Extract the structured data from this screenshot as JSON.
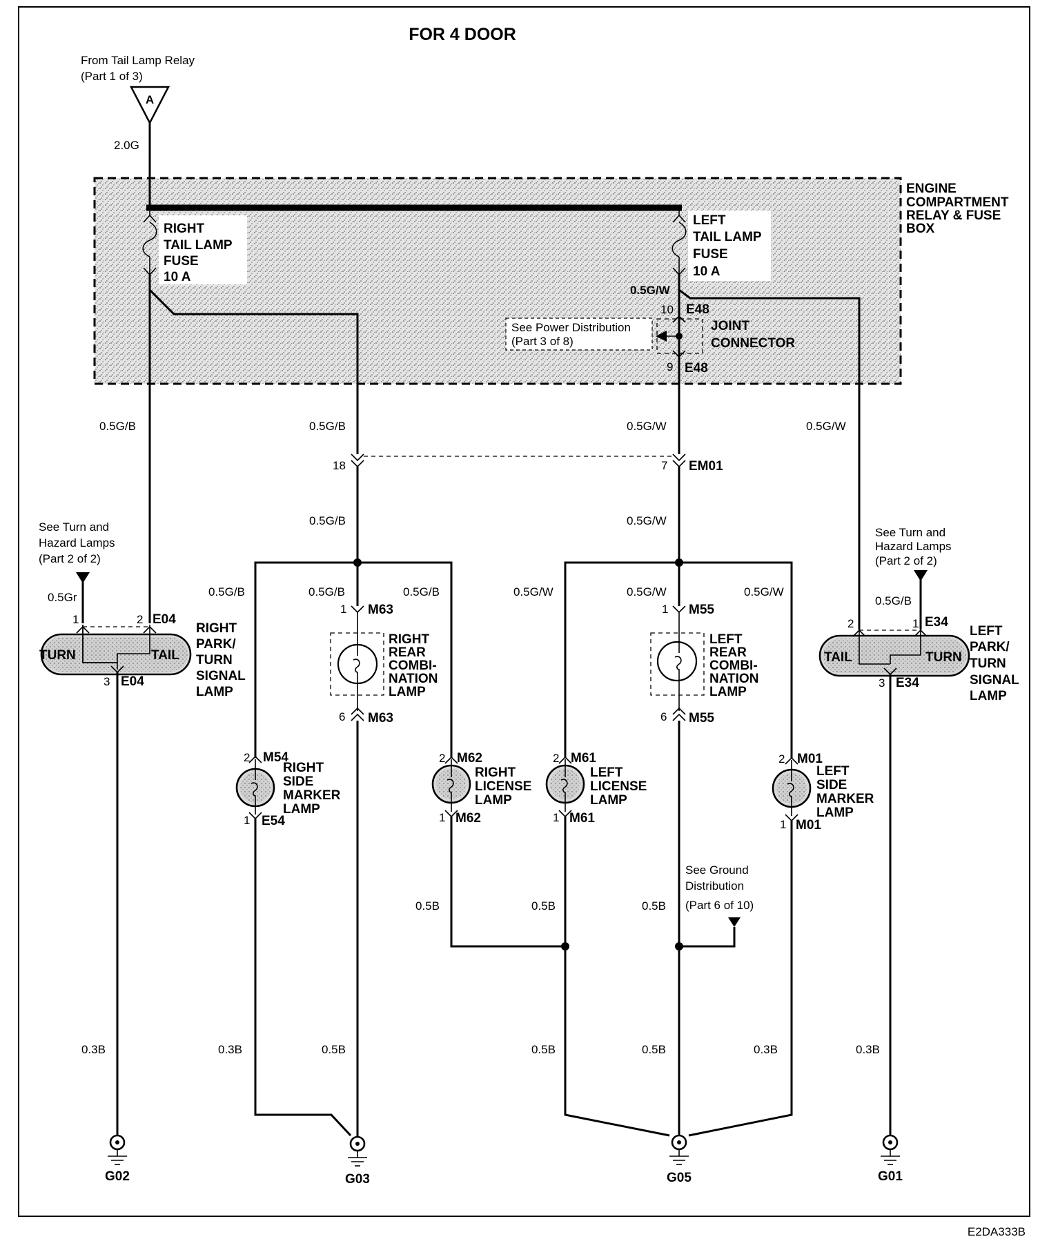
{
  "title": "FOR 4 DOOR",
  "source": {
    "line1": "From Tail Lamp Relay",
    "line2": "(Part 1 of 3)",
    "connector": "A",
    "wire": "2.0G"
  },
  "box": {
    "name": [
      "ENGINE",
      "COMPARTMENT",
      "RELAY & FUSE",
      "BOX"
    ]
  },
  "fuse_right": [
    "RIGHT",
    "TAIL LAMP",
    "FUSE",
    "10 A"
  ],
  "fuse_left": [
    "LEFT",
    "TAIL LAMP",
    "FUSE",
    "10 A"
  ],
  "joint": {
    "pin_top": "10",
    "conn_top": "E48",
    "pin_bot": "9",
    "conn_bot": "E48",
    "name1": "JOINT",
    "name2": "CONNECTOR",
    "note1": "See Power Distribution",
    "note2": "(Part 3 of 8)"
  },
  "wires": {
    "g_b": "0.5G/B",
    "g_w": "0.5G/W",
    "gr": "0.5Gr",
    "b05": "0.5B",
    "b03": "0.3B",
    "g_b_upper": "0.5G/B",
    "g_w_upper": "0.5G/W"
  },
  "em01": {
    "pin_r": "18",
    "pin_l": "7",
    "conn": "EM01"
  },
  "turn_ref": {
    "line1": "See Turn and",
    "line2": "Hazard Lamps",
    "line3": "(Part 2 of 2)"
  },
  "right_park": {
    "pin1": "1",
    "pin2": "2",
    "conn": "E04",
    "pin3": "3",
    "conn3": "E04",
    "turn": "TURN",
    "tail": "TAIL",
    "name": [
      "RIGHT",
      "PARK/",
      "TURN",
      "SIGNAL",
      "LAMP"
    ]
  },
  "left_park": {
    "pin2": "2",
    "pin1": "1",
    "conn": "E34",
    "pin3": "3",
    "conn3": "E34",
    "tail": "TAIL",
    "turn": "TURN",
    "name": [
      "LEFT",
      "PARK/",
      "TURN",
      "SIGNAL",
      "LAMP"
    ]
  },
  "right_rear": {
    "pin_top": "1",
    "conn_top": "M63",
    "pin_bot": "6",
    "conn_bot": "M63",
    "name": [
      "RIGHT",
      "REAR",
      "COMBI-",
      "NATION",
      "LAMP"
    ]
  },
  "left_rear": {
    "pin_top": "1",
    "conn_top": "M55",
    "pin_bot": "6",
    "conn_bot": "M55",
    "name": [
      "LEFT",
      "REAR",
      "COMBI-",
      "NATION",
      "LAMP"
    ]
  },
  "right_side": {
    "pin_top": "2",
    "conn_top": "M54",
    "pin_bot": "1",
    "conn_bot": "E54",
    "name": [
      "RIGHT",
      "SIDE",
      "MARKER",
      "LAMP"
    ]
  },
  "right_license": {
    "pin_top": "2",
    "conn_top": "M62",
    "pin_bot": "1",
    "conn_bot": "M62",
    "name": [
      "RIGHT",
      "LICENSE",
      "LAMP"
    ]
  },
  "left_license": {
    "pin_top": "2",
    "conn_top": "M61",
    "pin_bot": "1",
    "conn_bot": "M61",
    "name": [
      "LEFT",
      "LICENSE",
      "LAMP"
    ]
  },
  "left_side": {
    "pin_top": "2",
    "conn_top": "M01",
    "pin_bot": "1",
    "conn_bot": "M01",
    "name": [
      "LEFT",
      "SIDE",
      "MARKER",
      "LAMP"
    ]
  },
  "ground_ref": {
    "line1": "See Ground",
    "line2": "Distribution",
    "line3": "(Part 6 of 10)"
  },
  "grounds": {
    "g02": "G02",
    "g03": "G03",
    "g05": "G05",
    "g01": "G01"
  },
  "diagram_code": "E2DA333B"
}
